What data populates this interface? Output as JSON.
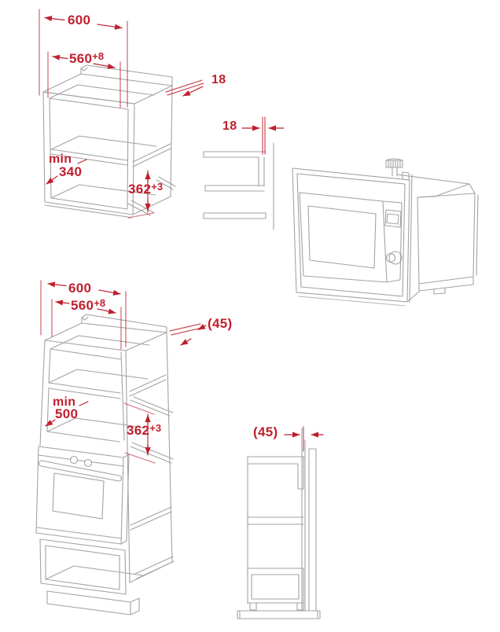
{
  "colors": {
    "dimension_text": "#c01f2e",
    "line_art": "#a3a3a3"
  },
  "diagrams": {
    "wall_cabinet": {
      "overall_width": "600",
      "cutout_width": "560",
      "cutout_width_tolerance": "+8",
      "panel_thickness": "18",
      "min_depth_label": "min",
      "min_depth_value": "340",
      "niche_height": "362",
      "niche_height_tolerance": "+3"
    },
    "side_section_upper": {
      "panel_thickness": "18"
    },
    "tall_cabinet": {
      "overall_width": "600",
      "cutout_width": "560",
      "cutout_width_tolerance": "+8",
      "trim_depth": "(45)",
      "min_depth_label": "min",
      "min_depth_value": "500",
      "niche_height": "362",
      "niche_height_tolerance": "+3"
    },
    "side_section_lower": {
      "trim_depth": "(45)"
    }
  }
}
